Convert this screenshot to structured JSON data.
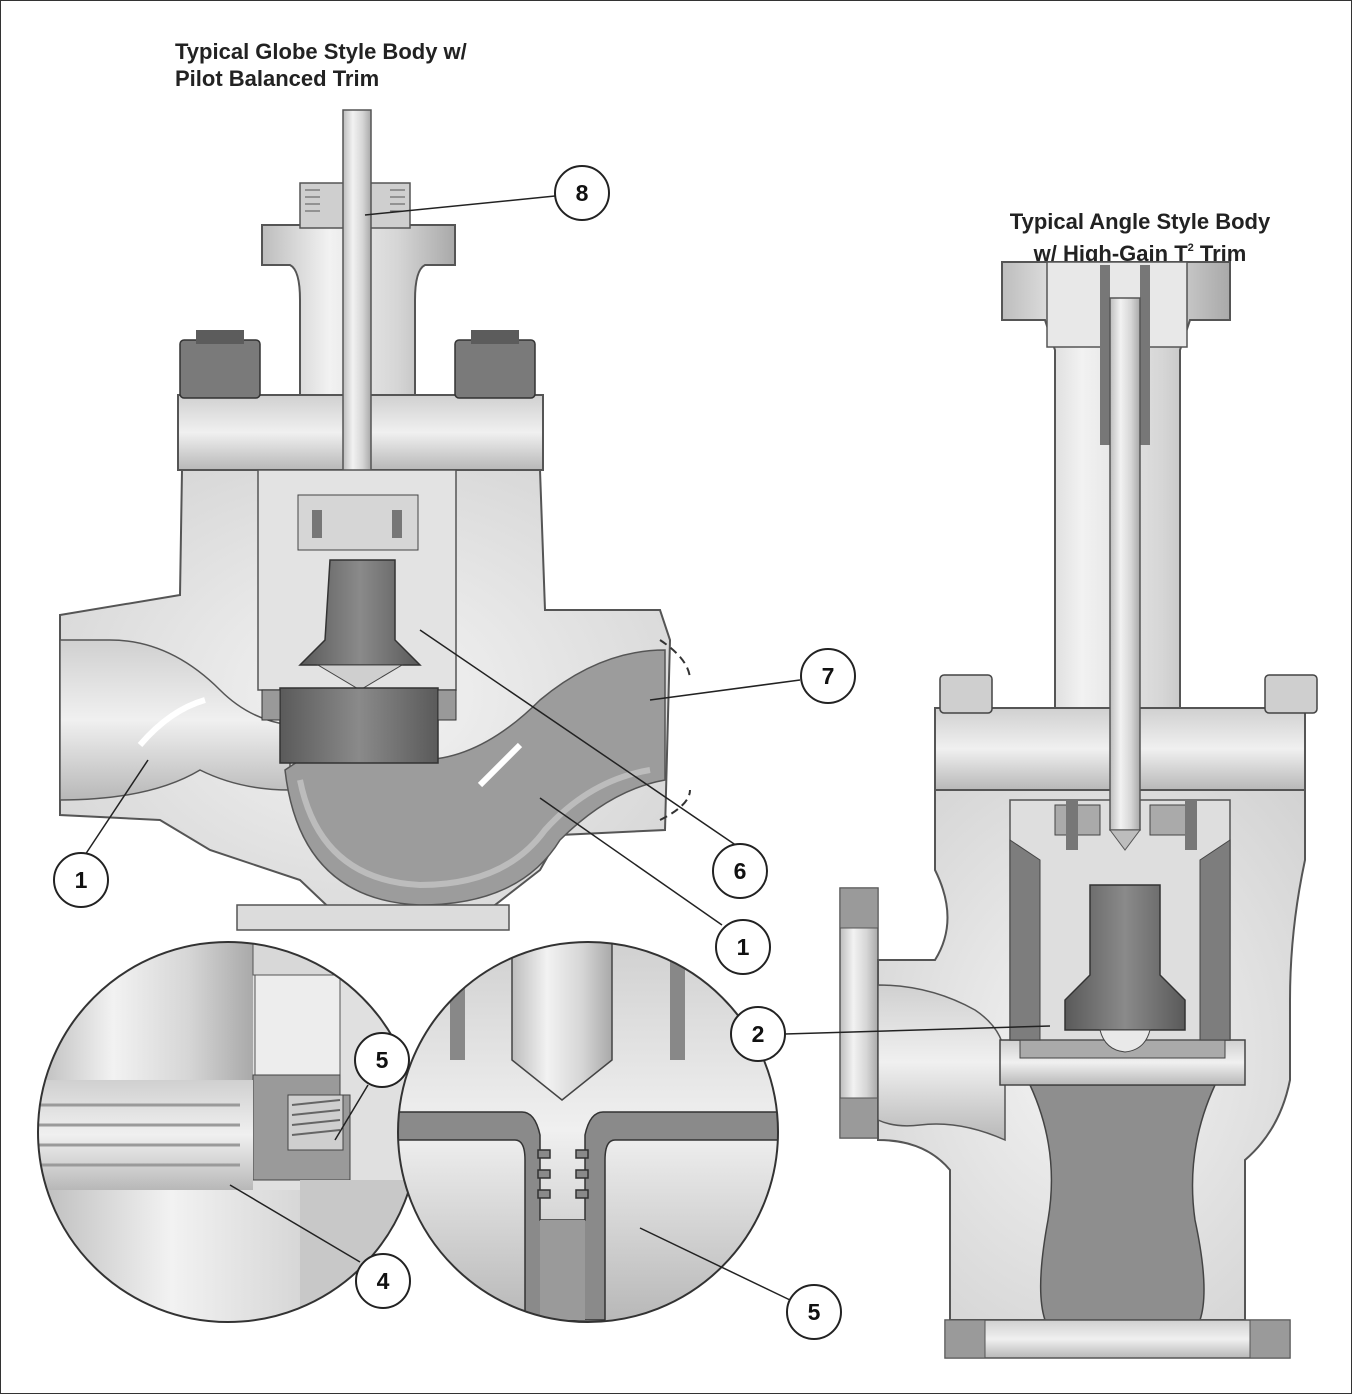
{
  "titles": {
    "globe_line1": "Typical Globe Style Body w/",
    "globe_line2": "Pilot Balanced Trim",
    "angle_line1": "Typical Angle Style Body",
    "angle_line2_prefix": "w/ High-Gain T",
    "angle_line2_sup": "2",
    "angle_line2_suffix": " Trim"
  },
  "callouts": {
    "c8": "8",
    "c7": "7",
    "c6": "6",
    "c1_left": "1",
    "c1_right": "1",
    "c2": "2",
    "c5_top": "5",
    "c5_bottom": "5",
    "c4": "4"
  },
  "colors": {
    "metal_light": "#e6e6e6",
    "metal_mid": "#c9c9c9",
    "metal_dark": "#8f8f8f",
    "trim_dark": "#6d6d6d",
    "outline": "#333333"
  }
}
